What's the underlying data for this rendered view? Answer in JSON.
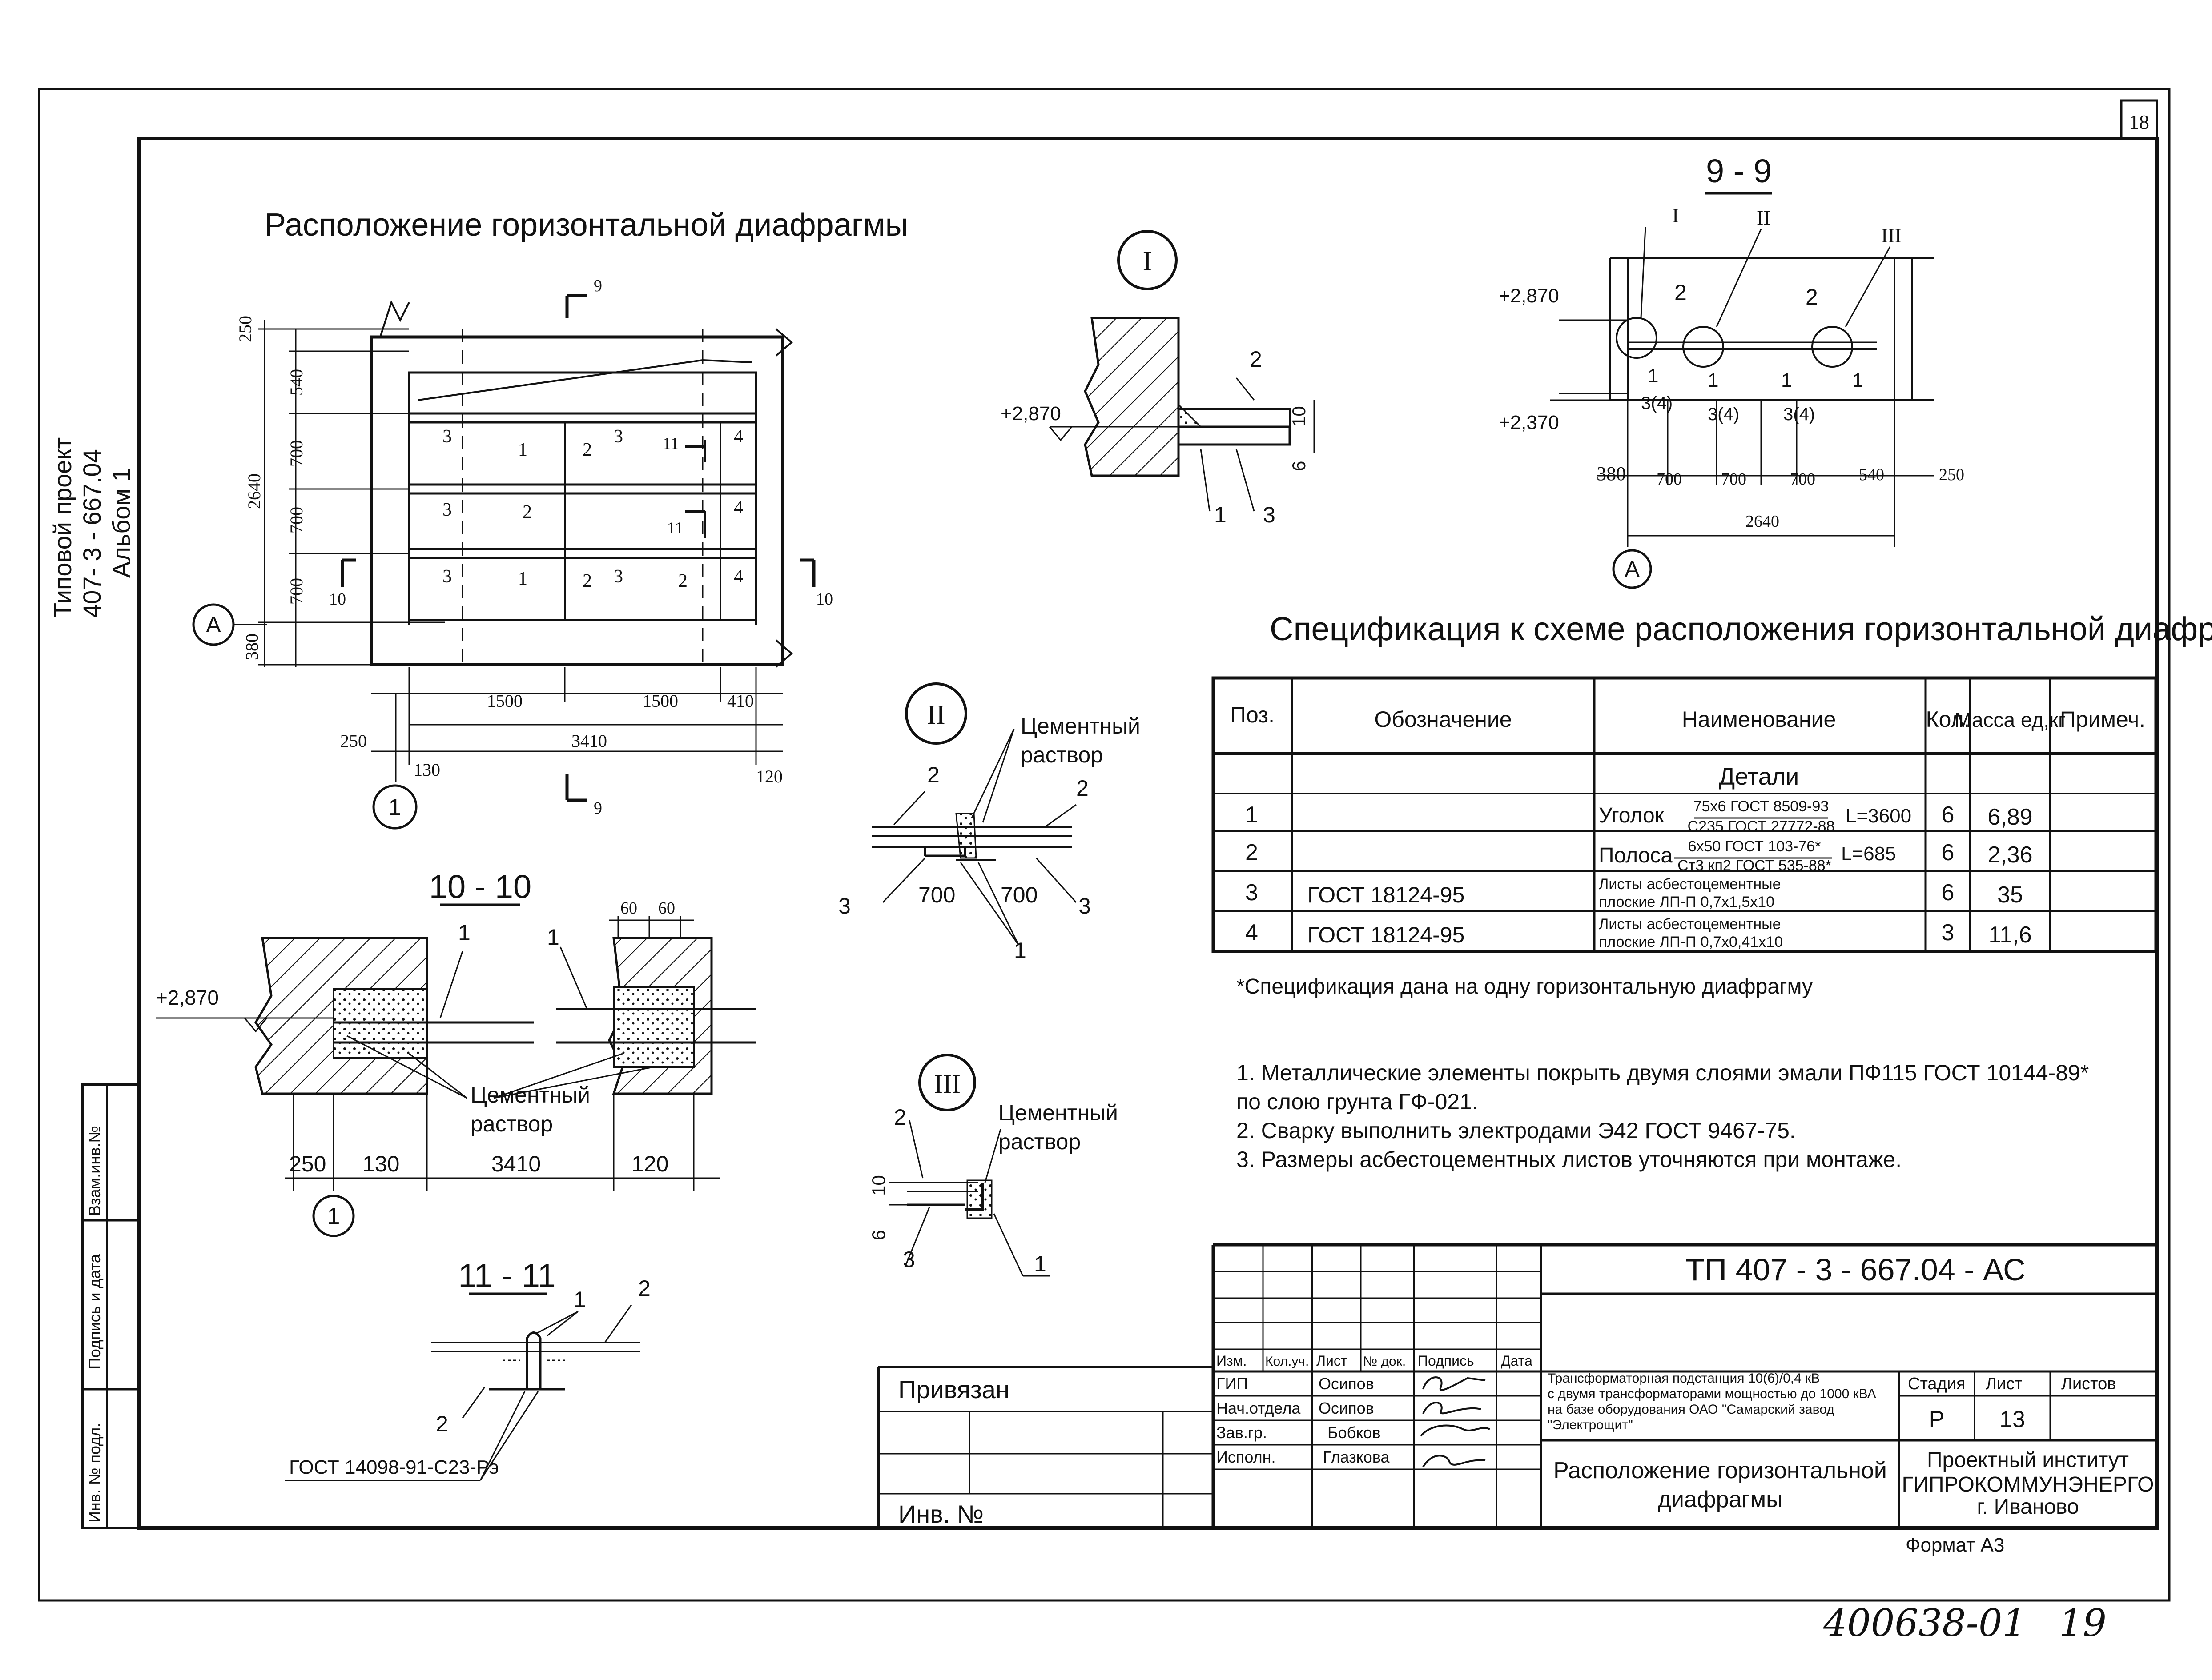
{
  "sheet": {
    "page_number": "18",
    "format_label": "Формат А3",
    "handwritten_note": "400638-01",
    "handwritten_page": "19"
  },
  "side_stamp": {
    "project_line1": "Типовой проект",
    "project_line2": "407- 3 - 667.04",
    "project_line3": "Альбом 1",
    "swap_inv": "Взам.инв.№",
    "sign_date": "Подпись и дата",
    "inv_podl": "Инв. № подл."
  },
  "plan": {
    "title": "Расположение горизонтальной диафрагмы",
    "dims_top": [
      "1500",
      "1500",
      "410"
    ],
    "dims_bottom": [
      "250",
      "3410",
      "130",
      "120"
    ],
    "dims_left": [
      "250",
      "540",
      "700",
      "700",
      "700",
      "380",
      "2640"
    ],
    "axis_a": "А",
    "axis_1": "1",
    "cut9_top": "9",
    "cut9_bottom": "9",
    "cut10_left": "10",
    "cut10_right": "10",
    "cut11_top": "11",
    "cut11_bottom": "11",
    "pos_labels": [
      "3",
      "1",
      "2",
      "3",
      "11",
      "4",
      "3",
      "2",
      "11",
      "4",
      "3",
      "1",
      "2",
      "3",
      "2",
      "4"
    ]
  },
  "detail_1": {
    "marker": "I",
    "elevation": "+2,870",
    "labels": [
      "2",
      "1",
      "3"
    ],
    "dims": [
      "10",
      "6"
    ]
  },
  "detail_2": {
    "marker": "II",
    "mortar_line1": "Цементный",
    "mortar_line2": "раствор",
    "labels": [
      "2",
      "2",
      "3",
      "3",
      "1"
    ],
    "dims": [
      "700",
      "700"
    ]
  },
  "detail_3": {
    "marker": "III",
    "mortar_line1": "Цементный",
    "mortar_line2": "раствор",
    "labels": [
      "2",
      "3",
      "1"
    ],
    "dims": [
      "10",
      "6"
    ]
  },
  "section_9": {
    "title": "9 - 9",
    "markers": [
      "I",
      "II",
      "III"
    ],
    "elevations": [
      "+2,870",
      "+2,370"
    ],
    "labels": [
      "2",
      "2",
      "1",
      "1",
      "1",
      "1",
      "3(4)",
      "3(4)",
      "3(4)"
    ],
    "dims": [
      "380",
      "700",
      "700",
      "700",
      "540",
      "250",
      "2640"
    ],
    "axis_a": "А"
  },
  "section_10": {
    "title": "10 - 10",
    "elevation": "+2,870",
    "labels": [
      "1",
      "1"
    ],
    "mortar_line1": "Цементный",
    "mortar_line2": "раствор",
    "dims_top": [
      "60",
      "60"
    ],
    "dims": [
      "250",
      "130",
      "3410",
      "120"
    ],
    "axis_1": "1"
  },
  "section_11": {
    "title": "11 - 11",
    "labels": [
      "1",
      "2",
      "2"
    ],
    "weld_note": "ГОСТ 14098-91-С23-Рэ"
  },
  "spec": {
    "title": "Спецификация к схеме расположения горизонтальной диафрагмы",
    "headers": [
      "Поз.",
      "Обозначение",
      "Наименование",
      "Кол.",
      "Масса ед,кг",
      "Примеч."
    ],
    "group_label": "Детали",
    "rows": [
      {
        "pos": "1",
        "designation": "",
        "name_main": "Уголок",
        "name_top": "75x6 ГОСТ 8509-93",
        "name_bottom": "С235 ГОСТ 27772-88",
        "name_suffix": "L=3600",
        "qty": "6",
        "mass": "6,89"
      },
      {
        "pos": "2",
        "designation": "",
        "name_main": "Полоса",
        "name_top": "6x50 ГОСТ 103-76*",
        "name_bottom": "Ст3 кп2 ГОСТ 535-88*",
        "name_suffix": "L=685",
        "qty": "6",
        "mass": "2,36"
      },
      {
        "pos": "3",
        "designation": "ГОСТ 18124-95",
        "name_main": "",
        "name_top": "Листы асбестоцементные",
        "name_bottom": "плоские ЛП-П 0,7x1,5x10",
        "name_suffix": "",
        "qty": "6",
        "mass": "35"
      },
      {
        "pos": "4",
        "designation": "ГОСТ 18124-95",
        "name_main": "",
        "name_top": "Листы асбестоцементные",
        "name_bottom": "плоские ЛП-П 0,7x0,41x10",
        "name_suffix": "",
        "qty": "3",
        "mass": "11,6"
      }
    ],
    "footnote": "*Спецификация дана на одну горизонтальную диафрагму"
  },
  "notes": [
    "1. Металлические элементы покрыть двумя слоями эмали ПФ115 ГОСТ 10144-89*",
    "по слою грунта ГФ-021.",
    "2. Сварку выполнить электродами Э42 ГОСТ 9467-75.",
    "3. Размеры асбестоцементных листов уточняются при монтаже."
  ],
  "title_block": {
    "code": "ТП   407 - 3 - 667.04 - АС",
    "binding": "Привязан",
    "inv_no": "Инв. №",
    "col_headers": [
      "Изм.",
      "Кол.уч.",
      "Лист",
      "№ док.",
      "Подпись",
      "Дата"
    ],
    "roles": [
      {
        "role": "ГИП",
        "name": "Осипов"
      },
      {
        "role": "Нач.отдела",
        "name": "Осипов"
      },
      {
        "role": "Зав.гр.",
        "name": "Бобков"
      },
      {
        "role": "Исполн.",
        "name": "Глазкова"
      }
    ],
    "object_lines": [
      "Трансформаторная подстанция 10(6)/0,4 кВ",
      "с двумя трансформаторами мощностью до 1000 кВА",
      "на базе оборудования ОАО \"Самарский завод",
      "\"Электрощит\""
    ],
    "stage_label": "Стадия",
    "sheet_label": "Лист",
    "sheets_label": "Листов",
    "stage": "Р",
    "sheet": "13",
    "sheets": "",
    "drawing_title_line1": "Расположение горизонтальной",
    "drawing_title_line2": "диафрагмы",
    "org_line1": "Проектный институт",
    "org_line2": "ГИПРОКОММУНЭНЕРГО",
    "org_line3": "г. Иваново"
  }
}
